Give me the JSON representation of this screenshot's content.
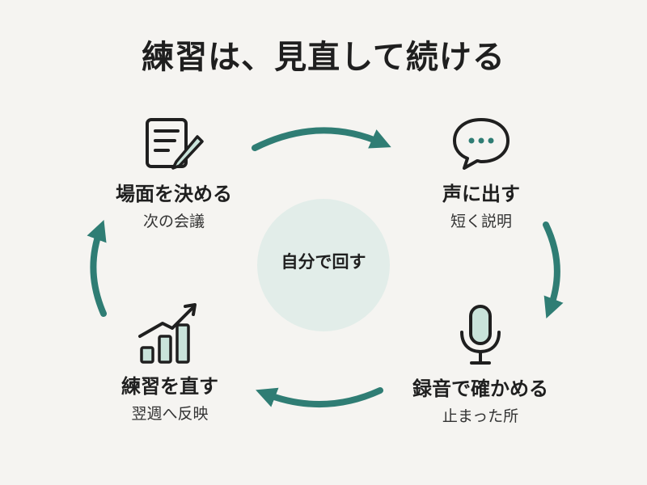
{
  "title": "練習は、見直して続ける",
  "center": "自分で回す",
  "colors": {
    "accent": "#2f7d74",
    "circle": "#e2ede9",
    "icon_fill": "#c9e3da",
    "text": "#1f1f1f"
  },
  "steps": [
    {
      "label": "場面を決める",
      "sub": "次の会議",
      "icon": "document-pencil-icon"
    },
    {
      "label": "声に出す",
      "sub": "短く説明",
      "icon": "speech-bubble-icon"
    },
    {
      "label": "録音で確かめる",
      "sub": "止まった所",
      "icon": "microphone-icon"
    },
    {
      "label": "練習を直す",
      "sub": "翌週へ反映",
      "icon": "growth-chart-icon"
    }
  ]
}
